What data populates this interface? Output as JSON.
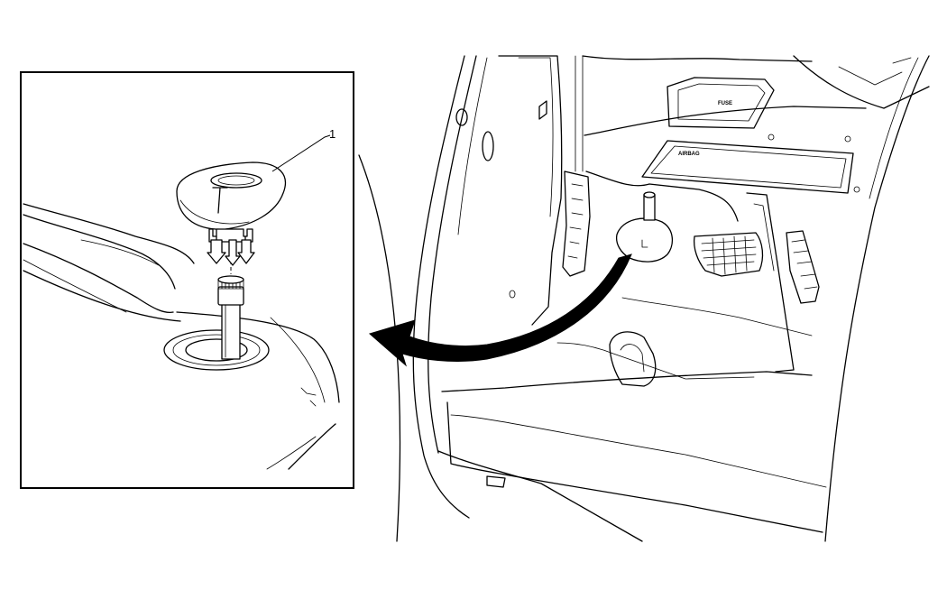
{
  "callouts": [
    {
      "number": "1"
    }
  ],
  "small_markings": {
    "glovebox_label": "FUSE",
    "airbag_label": "AIRBAG"
  },
  "colors": {
    "line": "#000000",
    "background": "#ffffff",
    "arrow_fill": "#000000"
  },
  "icons": {
    "direction_arrow": "curved-arrow-left-icon",
    "install_arrows": "down-arrow-icon"
  }
}
